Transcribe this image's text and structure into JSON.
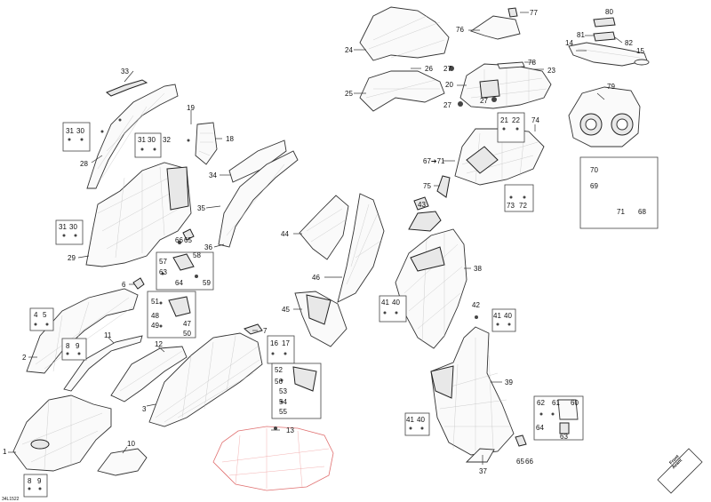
{
  "diagram_id": "34L1522",
  "front_badge": [
    "Front",
    "Avant"
  ],
  "callouts": {
    "c1": "1",
    "c2": "2",
    "c3": "3",
    "c4": "4",
    "c5": "5",
    "c6": "6",
    "c7": "7",
    "c8": "8",
    "c9": "9",
    "c10": "10",
    "c11": "11",
    "c12": "12",
    "c13": "13",
    "c14": "14",
    "c15": "15",
    "c16": "16",
    "c17": "17",
    "c18": "18",
    "c19": "19",
    "c20": "20",
    "c21": "21",
    "c22": "22",
    "c23": "23",
    "c24": "24",
    "c25": "25",
    "c26": "26",
    "c27": "27",
    "c28": "28",
    "c29": "29",
    "c30": "30",
    "c31": "31",
    "c32": "32",
    "c33": "33",
    "c34": "34",
    "c35": "35",
    "c36": "36",
    "c37": "37",
    "c38": "38",
    "c39": "39",
    "c40": "40",
    "c41": "41",
    "c42": "42",
    "c43": "43",
    "c44": "44",
    "c45": "45",
    "c46": "46",
    "c47": "47",
    "c48": "48",
    "c49": "49",
    "c50": "50",
    "c51": "51",
    "c52": "52",
    "c53": "53",
    "c54": "54",
    "c55": "55",
    "c56": "56",
    "c57": "57",
    "c58": "58",
    "c59": "59",
    "c60": "60",
    "c61": "61",
    "c62": "62",
    "c63": "63",
    "c64": "64",
    "c65": "65",
    "c66": "66",
    "c67": "67",
    "c68": "68",
    "c69": "69",
    "c70": "70",
    "c71": "71",
    "c72": "72",
    "c73": "73",
    "c74": "74",
    "c75": "75",
    "c76": "76",
    "c77": "77",
    "c78": "78",
    "c79": "79",
    "c80": "80",
    "c81": "81",
    "c82": "82"
  },
  "arrow_label": "67➔71"
}
